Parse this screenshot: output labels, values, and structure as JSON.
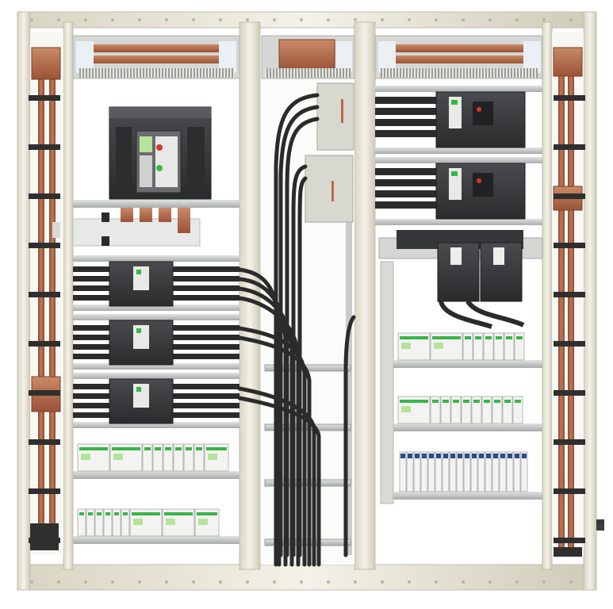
{
  "scene": {
    "subject": "switchboard",
    "sections": [
      "incomer",
      "vertical-cable-duct",
      "outgoing"
    ],
    "colors": {
      "frame": "#ece9dc",
      "frame_edge": "#c9c5b4",
      "copper": "#b86a4a",
      "copper_dark": "#8b4a32",
      "breaker": "#3a3b3d",
      "breaker_dark": "#232426",
      "cable": "#2b2b2b",
      "rail": "#c6c8c8",
      "module": "#f3f3f1",
      "accent_green": "#39b54a",
      "display_green": "#b6e39a",
      "insulator": "#d9d9d6",
      "background": "#ffffff"
    }
  }
}
